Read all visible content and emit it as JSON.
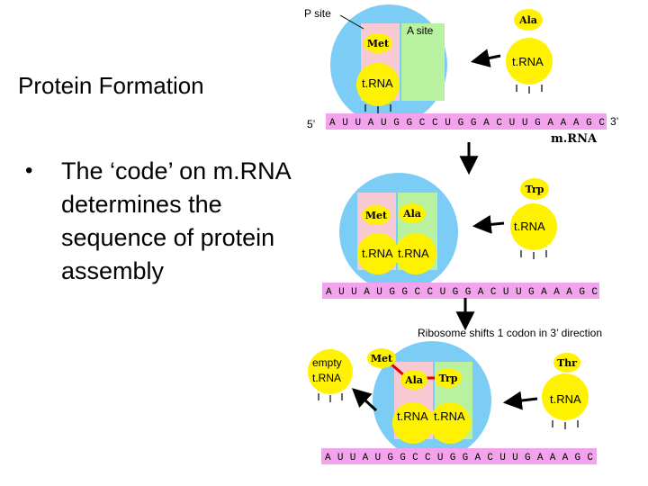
{
  "slide": {
    "title": "Protein Formation",
    "bullet_symbol": "•",
    "bullet_text": "The ‘code’ on m.RNA determines the sequence of protein assembly"
  },
  "colors": {
    "ribosome": "#7ccdf5",
    "p_site": "#f7c9d3",
    "a_site": "#b8f2a0",
    "trna": "#fff200",
    "mrna_strip": "#f2a3ec",
    "peptide_bond": "#e00000"
  },
  "diagram": {
    "stage1": {
      "p_site_label": "P site",
      "a_site_label": "A site",
      "bound_amino_acid": "Met",
      "bound_trna_label": "t.RNA",
      "incoming_amino_acid": "Ala",
      "incoming_trna_label": "t.RNA",
      "five_prime": "5’",
      "three_prime": "3’",
      "mrna_sequence": "A U U A U G G C C U G G A C U U G A A A G C",
      "mrna_label": "m.RNA"
    },
    "stage2": {
      "bound_amino_acids": [
        "Met",
        "Ala"
      ],
      "bound_trna_labels": [
        "t.RNA",
        "t.RNA"
      ],
      "incoming_amino_acid": "Trp",
      "incoming_trna_label": "t.RNA",
      "mrna_sequence": "A U U A U G G C C U G G A C U U G A A A G C"
    },
    "shift_caption": "Ribosome shifts 1 codon in 3’ direction",
    "stage3": {
      "empty_trna_line1": "empty",
      "empty_trna_line2": "t.RNA",
      "chain_amino_acids": [
        "Met",
        "Ala",
        "Trp"
      ],
      "bound_trna_labels": [
        "t.RNA",
        "t.RNA"
      ],
      "incoming_amino_acid": "Thr",
      "incoming_trna_label": "t.RNA",
      "mrna_sequence": "A U U A U G G C C U G G A C U U G A A A G C"
    }
  }
}
